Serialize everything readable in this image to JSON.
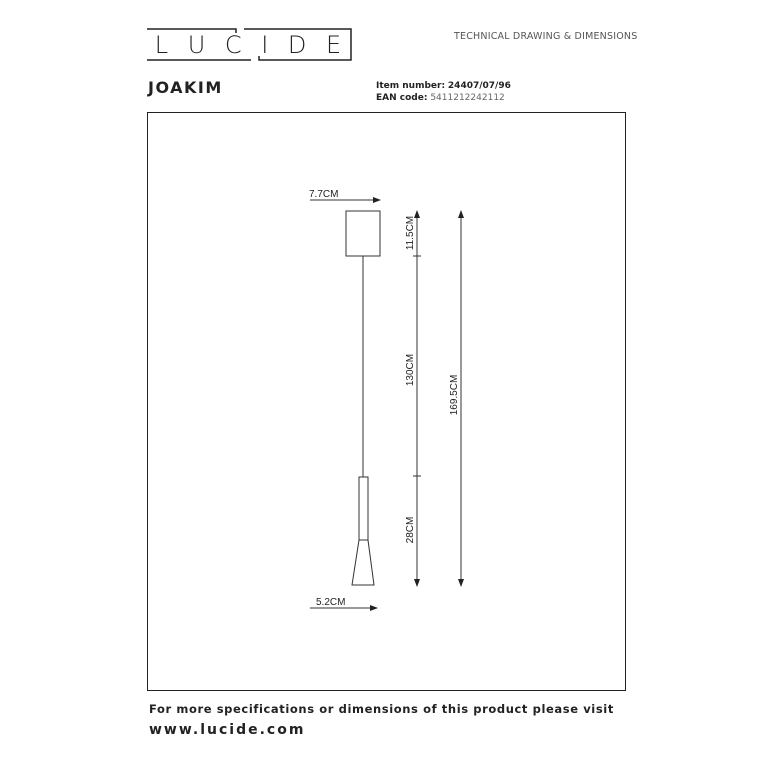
{
  "header": {
    "logo_text": "LUCIDE",
    "logo_letters": [
      "L",
      "U",
      "C",
      "I",
      "D",
      "E"
    ],
    "doc_title": "TECHNICAL DRAWING & DIMENSIONS",
    "product_name": "JOAKIM",
    "item_number_label": "Item number:",
    "item_number": "24407/07/96",
    "ean_label": "EAN code:",
    "ean": "5411212242112"
  },
  "drawing": {
    "canopy_width": "7.7CM",
    "shade_width": "5.2CM",
    "canopy_height": "11.5CM",
    "cable_length": "130CM",
    "shade_height": "28CM",
    "total_height": "169.5CM"
  },
  "footer": {
    "line1": "For more specifications or dimensions of this product please visit",
    "url": "www.lucide.com"
  }
}
